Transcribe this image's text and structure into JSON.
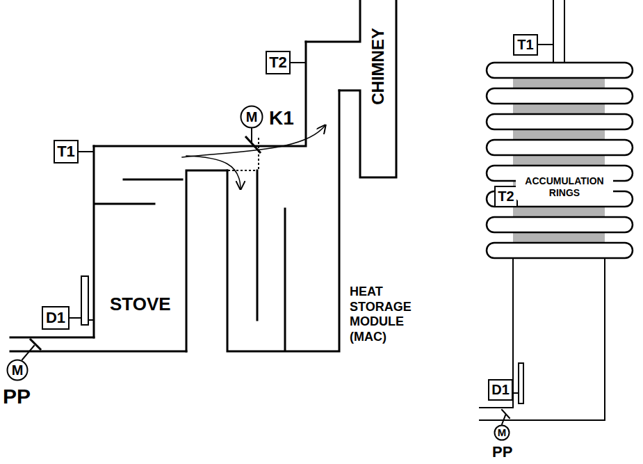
{
  "diagram": {
    "nodes": [
      {
        "text": [
          "T2"
        ]
      },
      {
        "text": [
          "M"
        ]
      },
      {
        "text": [
          "T1"
        ]
      },
      {
        "text": [
          "D1"
        ]
      },
      {
        "text": [
          "M"
        ]
      },
      {
        "text": [
          "T1"
        ]
      },
      {
        "text": [
          "T2"
        ]
      },
      {
        "text": [
          "ACCUMULATION RINGS"
        ]
      },
      {
        "text": [
          "D1"
        ]
      },
      {
        "text": [
          "M"
        ]
      }
    ],
    "labels": [
      "K1",
      "CHIMNEY",
      "STOVE",
      "HEAT STORAGE MODULE (MAC)",
      "PP",
      "PP"
    ]
  }
}
